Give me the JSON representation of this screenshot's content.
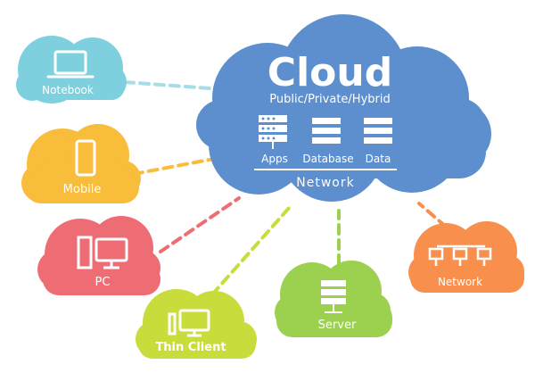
{
  "main_cloud": {
    "title": "Cloud",
    "subtitle": "Public/Private/Hybrid",
    "items": [
      {
        "label": "Apps",
        "icon": "apps-rack-icon"
      },
      {
        "label": "Database",
        "icon": "database-icon"
      },
      {
        "label": "Data",
        "icon": "data-storage-icon"
      }
    ],
    "network_label": "Network"
  },
  "clients": [
    {
      "id": "notebook",
      "label": "Notebook",
      "icon": "laptop-icon",
      "color": "#7fd0df"
    },
    {
      "id": "mobile",
      "label": "Mobile",
      "icon": "mobile-phone-icon",
      "color": "#f8bd3b"
    },
    {
      "id": "pc",
      "label": "PC",
      "icon": "desktop-pc-icon",
      "color": "#ee6d74"
    },
    {
      "id": "thin-client",
      "label": "Thin Client",
      "icon": "monitor-icon",
      "color": "#c8dc3b"
    },
    {
      "id": "server",
      "label": "Server",
      "icon": "server-rack-icon",
      "color": "#9cd14f"
    },
    {
      "id": "network",
      "label": "Network",
      "icon": "network-topology-icon",
      "color": "#f98f4d"
    }
  ],
  "colors": {
    "main_cloud": "#5d8fcf",
    "background": "#ffffff",
    "icon": "#ffffff"
  }
}
